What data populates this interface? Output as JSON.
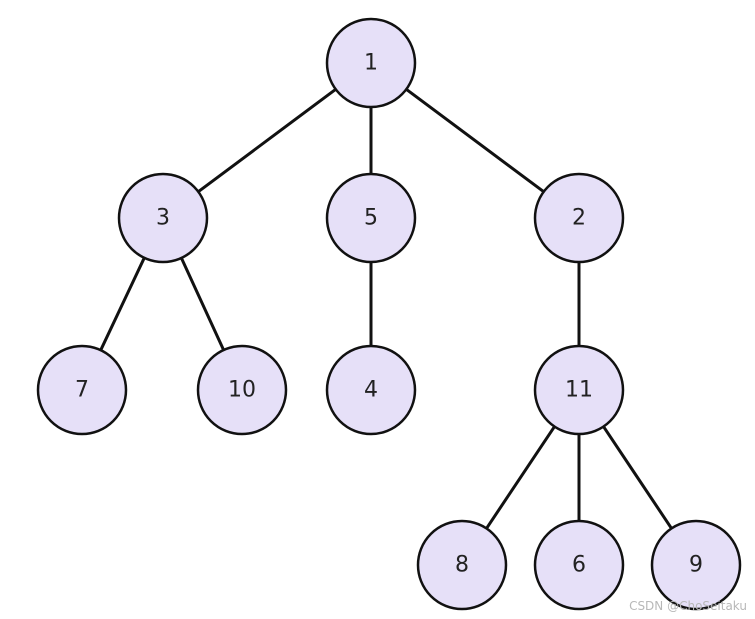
{
  "tree": {
    "node_fill": "#e6e0f8",
    "node_stroke": "#111111",
    "edge_color": "#111111",
    "nodes": [
      {
        "id": "n1",
        "label": "1"
      },
      {
        "id": "n3",
        "label": "3"
      },
      {
        "id": "n5",
        "label": "5"
      },
      {
        "id": "n2",
        "label": "2"
      },
      {
        "id": "n7",
        "label": "7"
      },
      {
        "id": "n10",
        "label": "10"
      },
      {
        "id": "n4",
        "label": "4"
      },
      {
        "id": "n11",
        "label": "11"
      },
      {
        "id": "n8",
        "label": "8"
      },
      {
        "id": "n6",
        "label": "6"
      },
      {
        "id": "n9",
        "label": "9"
      }
    ],
    "edges": [
      {
        "from": "n1",
        "to": "n3"
      },
      {
        "from": "n1",
        "to": "n5"
      },
      {
        "from": "n1",
        "to": "n2"
      },
      {
        "from": "n3",
        "to": "n7"
      },
      {
        "from": "n3",
        "to": "n10"
      },
      {
        "from": "n5",
        "to": "n4"
      },
      {
        "from": "n2",
        "to": "n11"
      },
      {
        "from": "n11",
        "to": "n8"
      },
      {
        "from": "n11",
        "to": "n6"
      },
      {
        "from": "n11",
        "to": "n9"
      }
    ]
  },
  "watermark": "CSDN @ChoSeitaku"
}
